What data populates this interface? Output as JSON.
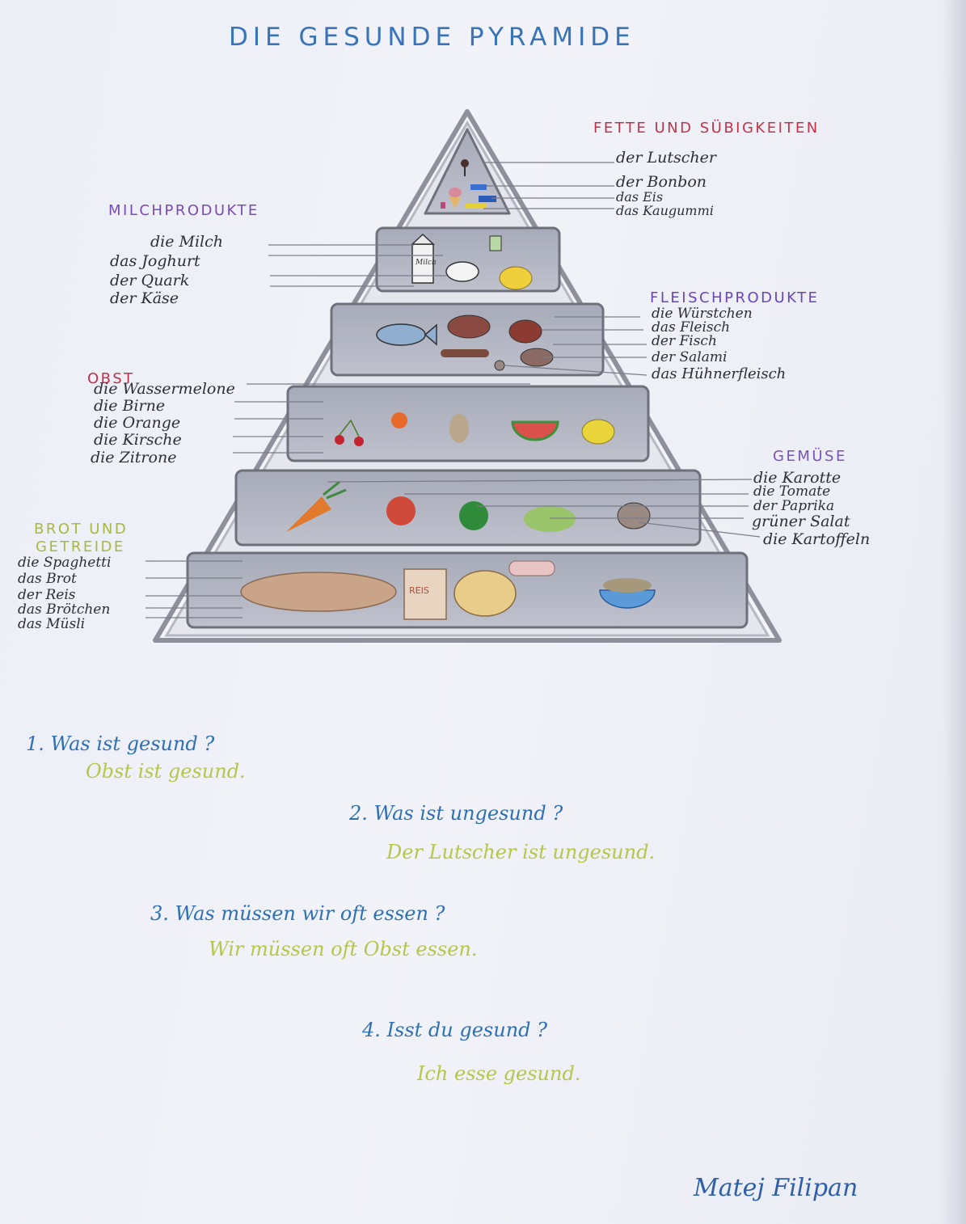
{
  "title": "DIE GESUNDE PYRAMIDE",
  "groups": {
    "fette": {
      "heading": "FETTE UND SÜBIGKEITEN",
      "color": "#c2334a",
      "items": [
        "der Lutscher",
        "der Bonbon",
        "das Eis",
        "das Kaugummi"
      ]
    },
    "milch": {
      "heading": "MILCHPRODUKTE",
      "color": "#7a4bb3",
      "items": [
        "die Milch",
        "das Joghurt",
        "der Quark",
        "der Käse"
      ]
    },
    "fleisch": {
      "heading": "FLEISCHPRODUKTE",
      "color": "#6b45b8",
      "items": [
        "die Würstchen",
        "das Fleisch",
        "der Fisch",
        "der Salami",
        "das Hühnerfleisch"
      ]
    },
    "obst": {
      "heading": "OBST",
      "color": "#c23048",
      "items": [
        "die Wassermelone",
        "die Birne",
        "die Orange",
        "die Kirsche",
        "die Zitrone"
      ]
    },
    "gemuese": {
      "heading": "GEMÜSE",
      "color": "#7b52b9",
      "items": [
        "die Karotte",
        "die Tomate",
        "der Paprika",
        "grüner Salat",
        "die Kartoffeln"
      ]
    },
    "brot": {
      "heading_line1": "BROT UND",
      "heading_line2": "GETREIDE",
      "color": "#a9b83e",
      "items": [
        "die Spaghetti",
        "das Brot",
        "der Reis",
        "das Brötchen",
        "das Müsli"
      ]
    }
  },
  "drawing_labels": {
    "milk_box": "Milch",
    "rice_box": "REIS"
  },
  "questions": [
    {
      "q": "1. Was ist gesund ?",
      "a": "Obst ist gesund."
    },
    {
      "q": "2. Was ist ungesund ?",
      "a": "Der Lutscher ist ungesund."
    },
    {
      "q": "3. Was müssen wir oft essen ?",
      "a": "Wir müssen oft Obst essen."
    },
    {
      "q": "4. Isst du gesund ?",
      "a": "Ich esse gesund."
    }
  ],
  "signature": "Matej Filipan"
}
